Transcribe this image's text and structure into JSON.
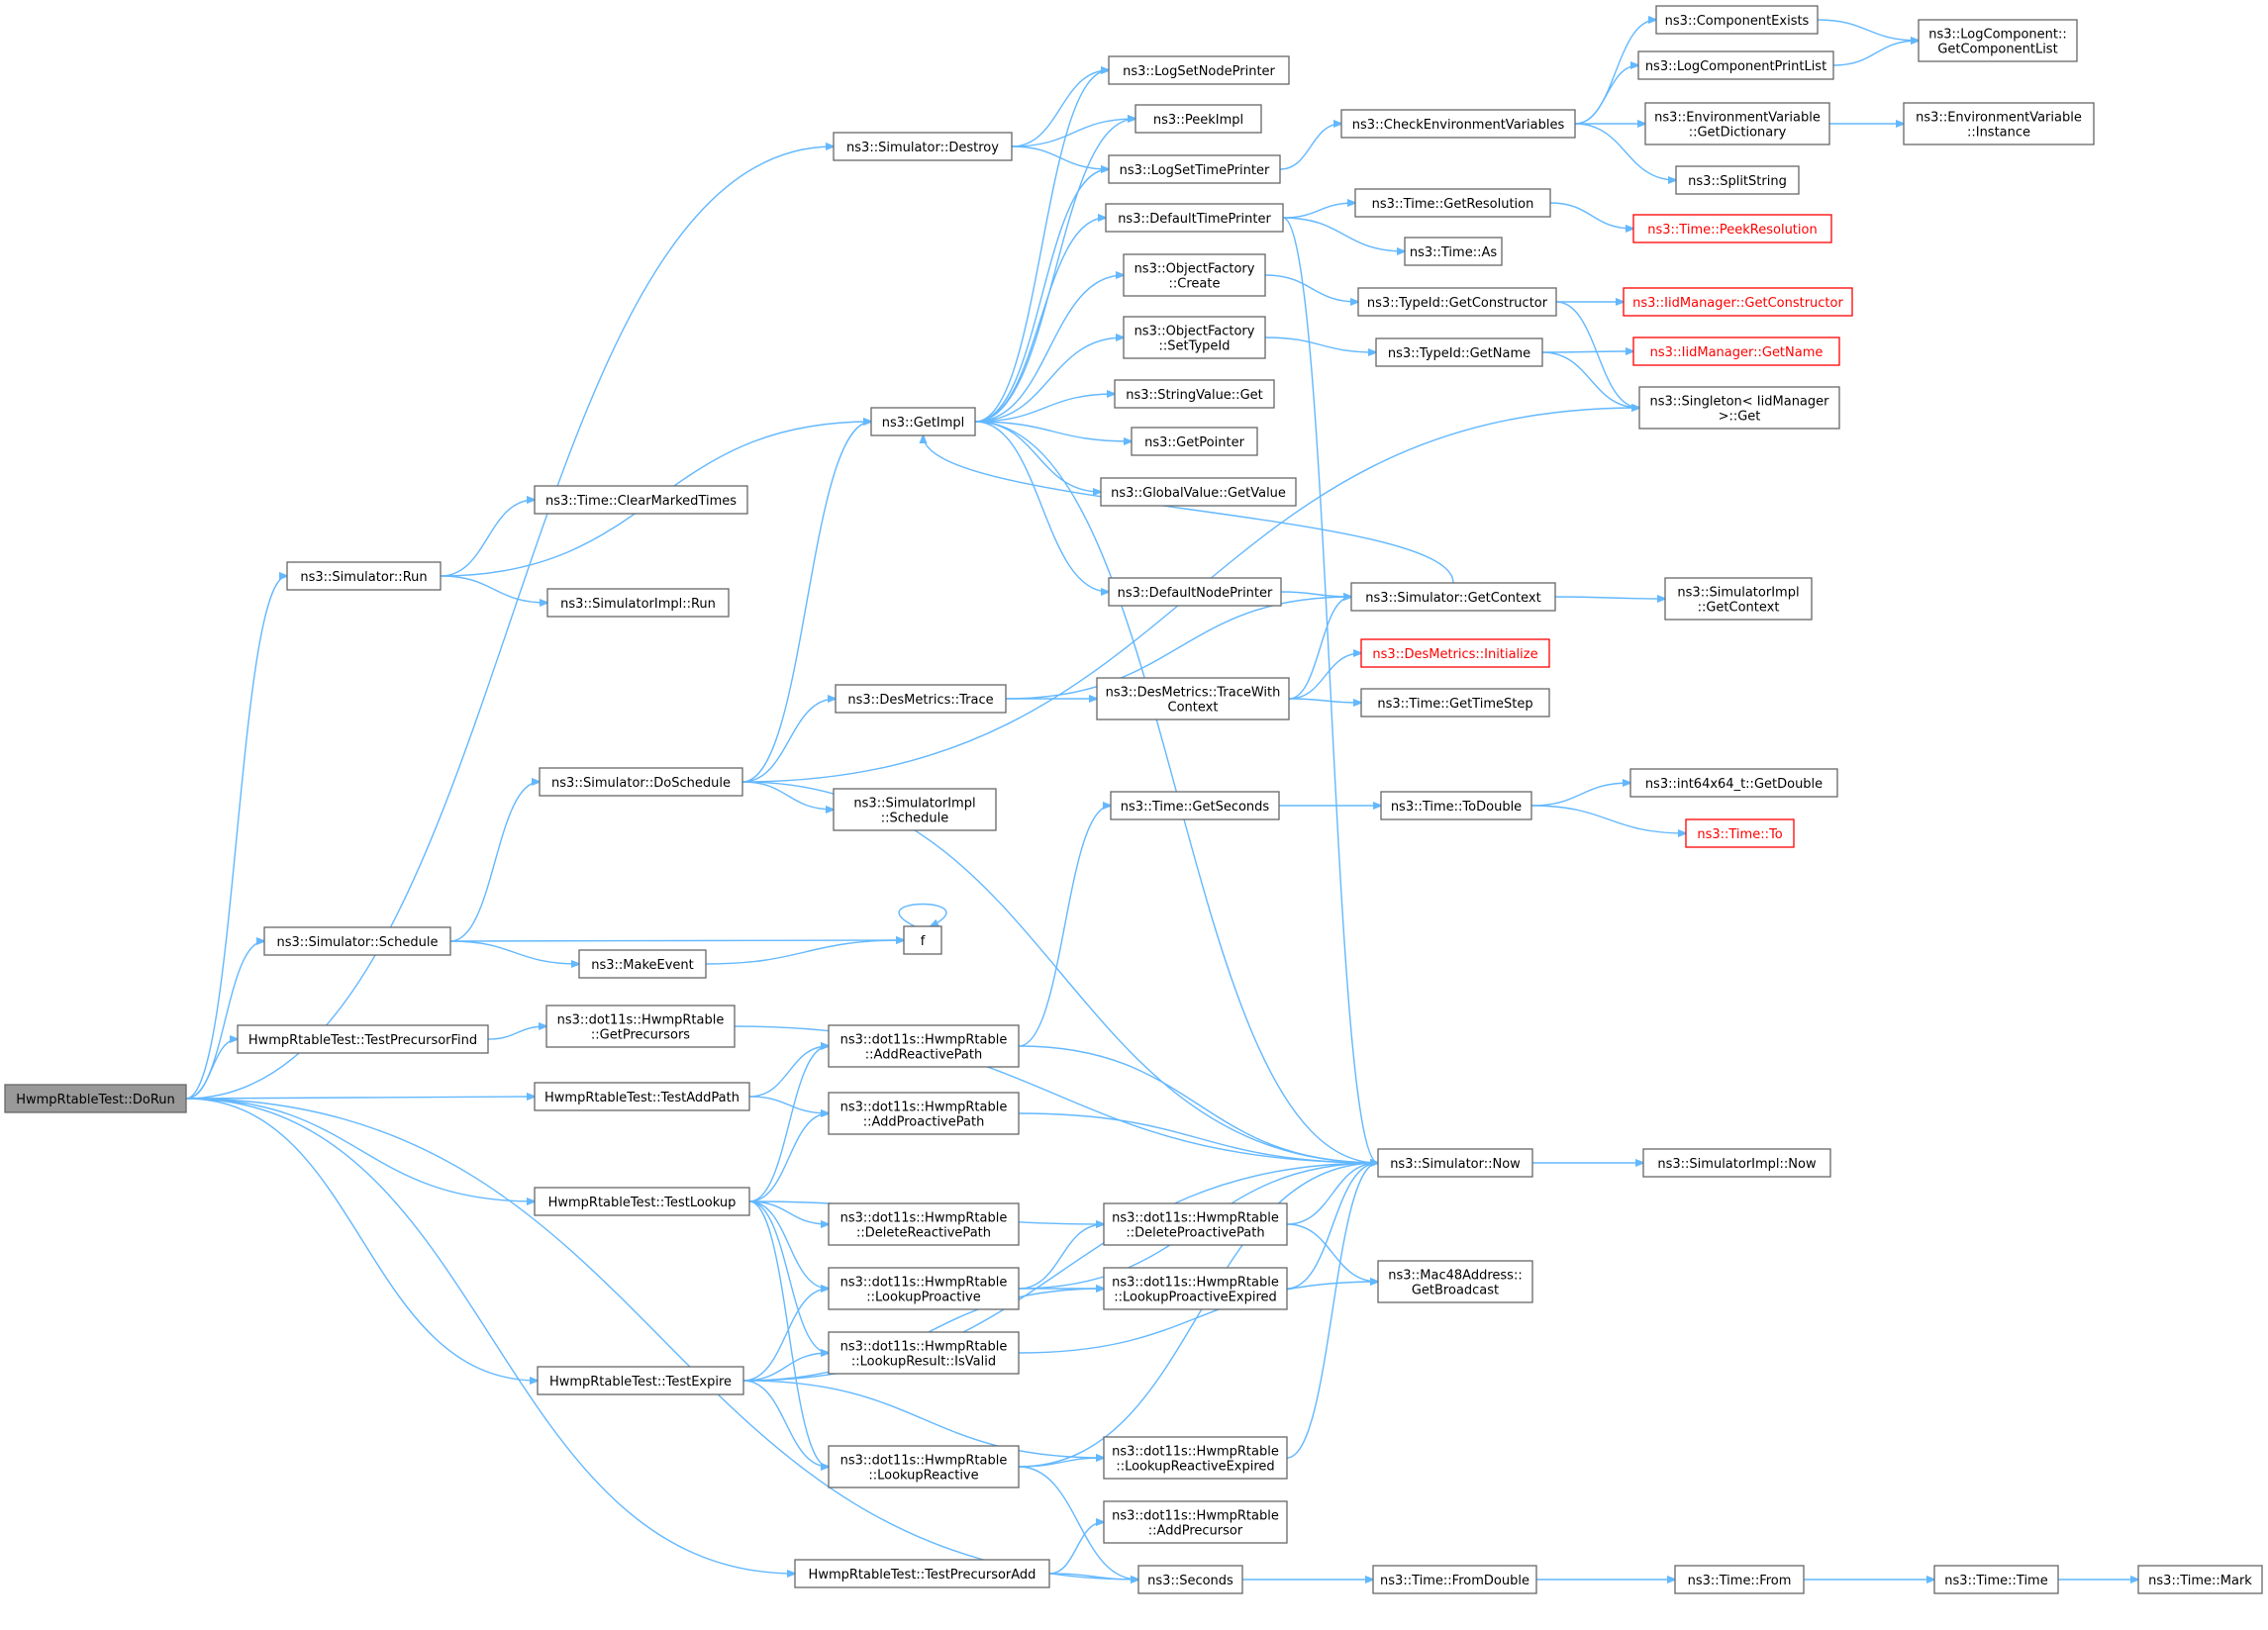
{
  "colors": {
    "edge": "#63b8ff",
    "box_border": "#666666",
    "root_fill": "#999999",
    "external_ref": "#ff0000"
  },
  "nodes": [
    {
      "id": "doRun",
      "lines": [
        "HwmpRtableTest::DoRun"
      ],
      "root": true
    },
    {
      "id": "simDestroy",
      "lines": [
        "ns3::Simulator::Destroy"
      ]
    },
    {
      "id": "simRun",
      "lines": [
        "ns3::Simulator::Run"
      ]
    },
    {
      "id": "simDoSchedule",
      "lines": [
        "ns3::Simulator::DoSchedule"
      ]
    },
    {
      "id": "simSchedule",
      "lines": [
        "ns3::Simulator::Schedule"
      ]
    },
    {
      "id": "testPrecFind",
      "lines": [
        "HwmpRtableTest::TestPrecursorFind"
      ]
    },
    {
      "id": "testAddPath",
      "lines": [
        "HwmpRtableTest::TestAddPath"
      ]
    },
    {
      "id": "testLookup",
      "lines": [
        "HwmpRtableTest::TestLookup"
      ]
    },
    {
      "id": "testExpire",
      "lines": [
        "HwmpRtableTest::TestExpire"
      ]
    },
    {
      "id": "testPrecAdd",
      "lines": [
        "HwmpRtableTest::TestPrecursorAdd"
      ]
    },
    {
      "id": "clearMarked",
      "lines": [
        "ns3::Time::ClearMarkedTimes"
      ]
    },
    {
      "id": "simImplRun",
      "lines": [
        "ns3::SimulatorImpl::Run"
      ]
    },
    {
      "id": "getImpl",
      "lines": [
        "ns3::GetImpl"
      ]
    },
    {
      "id": "desTrace",
      "lines": [
        "ns3::DesMetrics::Trace"
      ]
    },
    {
      "id": "simImplSchedule",
      "lines": [
        "ns3::SimulatorImpl",
        "::Schedule"
      ]
    },
    {
      "id": "makeEvent",
      "lines": [
        "ns3::MakeEvent"
      ]
    },
    {
      "id": "f",
      "lines": [
        "f"
      ]
    },
    {
      "id": "getPrecursors",
      "lines": [
        "ns3::dot11s::HwmpRtable",
        "::GetPrecursors"
      ]
    },
    {
      "id": "addReactive",
      "lines": [
        "ns3::dot11s::HwmpRtable",
        "::AddReactivePath"
      ]
    },
    {
      "id": "addProactive",
      "lines": [
        "ns3::dot11s::HwmpRtable",
        "::AddProactivePath"
      ]
    },
    {
      "id": "delReactive",
      "lines": [
        "ns3::dot11s::HwmpRtable",
        "::DeleteReactivePath"
      ]
    },
    {
      "id": "lookupProactive",
      "lines": [
        "ns3::dot11s::HwmpRtable",
        "::LookupProactive"
      ]
    },
    {
      "id": "isValid",
      "lines": [
        "ns3::dot11s::HwmpRtable",
        "::LookupResult::IsValid"
      ]
    },
    {
      "id": "lookupReactive",
      "lines": [
        "ns3::dot11s::HwmpRtable",
        "::LookupReactive"
      ]
    },
    {
      "id": "logSetNode",
      "lines": [
        "ns3::LogSetNodePrinter"
      ]
    },
    {
      "id": "peekImpl",
      "lines": [
        "ns3::PeekImpl"
      ]
    },
    {
      "id": "logSetTime",
      "lines": [
        "ns3::LogSetTimePrinter"
      ]
    },
    {
      "id": "defTimePrinter",
      "lines": [
        "ns3::DefaultTimePrinter"
      ]
    },
    {
      "id": "ofCreate",
      "lines": [
        "ns3::ObjectFactory",
        "::Create"
      ]
    },
    {
      "id": "ofSetTypeId",
      "lines": [
        "ns3::ObjectFactory",
        "::SetTypeId"
      ]
    },
    {
      "id": "strValGet",
      "lines": [
        "ns3::StringValue::Get"
      ]
    },
    {
      "id": "getPointer",
      "lines": [
        "ns3::GetPointer"
      ]
    },
    {
      "id": "globalValGet",
      "lines": [
        "ns3::GlobalValue::GetValue"
      ]
    },
    {
      "id": "defNodePrinter",
      "lines": [
        "ns3::DefaultNodePrinter"
      ]
    },
    {
      "id": "traceWithCtx",
      "lines": [
        "ns3::DesMetrics::TraceWith",
        "Context"
      ]
    },
    {
      "id": "timeGetSeconds",
      "lines": [
        "ns3::Time::GetSeconds"
      ]
    },
    {
      "id": "delProactive",
      "lines": [
        "ns3::dot11s::HwmpRtable",
        "::DeleteProactivePath"
      ]
    },
    {
      "id": "lookupProExp",
      "lines": [
        "ns3::dot11s::HwmpRtable",
        "::LookupProactiveExpired"
      ]
    },
    {
      "id": "lookupReaExp",
      "lines": [
        "ns3::dot11s::HwmpRtable",
        "::LookupReactiveExpired"
      ]
    },
    {
      "id": "addPrecursor",
      "lines": [
        "ns3::dot11s::HwmpRtable",
        "::AddPrecursor"
      ]
    },
    {
      "id": "seconds",
      "lines": [
        "ns3::Seconds"
      ]
    },
    {
      "id": "checkEnv",
      "lines": [
        "ns3::CheckEnvironmentVariables"
      ]
    },
    {
      "id": "timeGetRes",
      "lines": [
        "ns3::Time::GetResolution"
      ]
    },
    {
      "id": "timeAs",
      "lines": [
        "ns3::Time::As"
      ]
    },
    {
      "id": "typeIdGetCtor",
      "lines": [
        "ns3::TypeId::GetConstructor"
      ]
    },
    {
      "id": "typeIdGetName",
      "lines": [
        "ns3::TypeId::GetName"
      ]
    },
    {
      "id": "simGetContext",
      "lines": [
        "ns3::Simulator::GetContext"
      ]
    },
    {
      "id": "desInit",
      "lines": [
        "ns3::DesMetrics::Initialize"
      ],
      "red": true
    },
    {
      "id": "timeGetStep",
      "lines": [
        "ns3::Time::GetTimeStep"
      ]
    },
    {
      "id": "timeToDouble",
      "lines": [
        "ns3::Time::ToDouble"
      ]
    },
    {
      "id": "simNow",
      "lines": [
        "ns3::Simulator::Now"
      ]
    },
    {
      "id": "macGetBcast",
      "lines": [
        "ns3::Mac48Address::",
        "GetBroadcast"
      ]
    },
    {
      "id": "timeFromDouble",
      "lines": [
        "ns3::Time::FromDouble"
      ]
    },
    {
      "id": "compExists",
      "lines": [
        "ns3::ComponentExists"
      ]
    },
    {
      "id": "logCompPrint",
      "lines": [
        "ns3::LogComponentPrintList"
      ]
    },
    {
      "id": "envGetDict",
      "lines": [
        "ns3::EnvironmentVariable",
        "::GetDictionary"
      ]
    },
    {
      "id": "splitString",
      "lines": [
        "ns3::SplitString"
      ]
    },
    {
      "id": "timePeekRes",
      "lines": [
        "ns3::Time::PeekResolution"
      ],
      "red": true
    },
    {
      "id": "iidGetCtor",
      "lines": [
        "ns3::IidManager::GetConstructor"
      ],
      "red": true
    },
    {
      "id": "iidGetName",
      "lines": [
        "ns3::IidManager::GetName"
      ],
      "red": true
    },
    {
      "id": "singletonGet",
      "lines": [
        "ns3::Singleton< IidManager",
        ">::Get"
      ]
    },
    {
      "id": "simImplGetCtx",
      "lines": [
        "ns3::SimulatorImpl",
        "::GetContext"
      ]
    },
    {
      "id": "int64GetDouble",
      "lines": [
        "ns3::int64x64_t::GetDouble"
      ]
    },
    {
      "id": "timeTo",
      "lines": [
        "ns3::Time::To"
      ],
      "red": true
    },
    {
      "id": "simImplNow",
      "lines": [
        "ns3::SimulatorImpl::Now"
      ]
    },
    {
      "id": "timeFrom",
      "lines": [
        "ns3::Time::From"
      ]
    },
    {
      "id": "logCompGetList",
      "lines": [
        "ns3::LogComponent::",
        "GetComponentList"
      ]
    },
    {
      "id": "envInstance",
      "lines": [
        "ns3::EnvironmentVariable",
        "::Instance"
      ]
    },
    {
      "id": "timeTime",
      "lines": [
        "ns3::Time::Time"
      ]
    },
    {
      "id": "timeMark",
      "lines": [
        "ns3::Time::Mark"
      ]
    }
  ]
}
